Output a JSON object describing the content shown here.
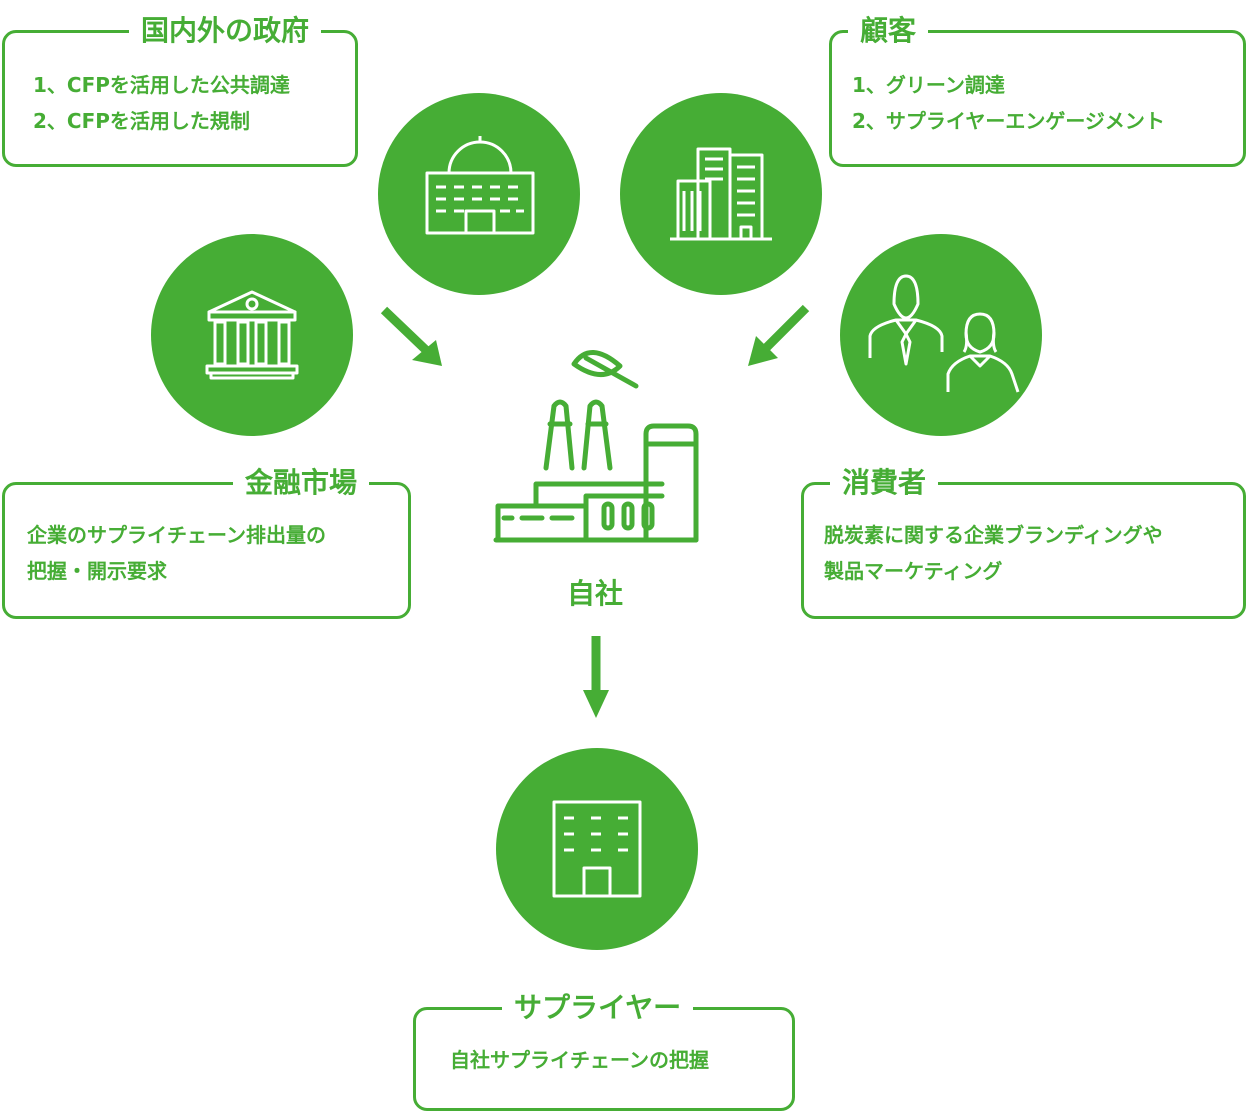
{
  "government": {
    "title": "国内外の政府",
    "lines": [
      "1、CFPを活用した公共調達",
      "2、CFPを活用した規制"
    ]
  },
  "customers": {
    "title": "顧客",
    "lines": [
      "1、グリーン調達",
      "2、サプライヤーエンゲージメント"
    ]
  },
  "financial_markets": {
    "title": "金融市場",
    "lines": [
      "企業のサプライチェーン排出量の",
      "把握・開示要求"
    ]
  },
  "consumers": {
    "title": "消費者",
    "lines": [
      "脱炭素に関する企業ブランディングや",
      "製品マーケティング"
    ]
  },
  "company": {
    "label": "自社"
  },
  "supplier": {
    "title": "サプライヤー",
    "lines": [
      "自社サプライチェーンの把握"
    ]
  },
  "colors": {
    "accent": "#46ad35",
    "icon_stroke": "#ffffff"
  },
  "icons": [
    "capitol-building-icon",
    "office-buildings-icon",
    "bank-icon",
    "people-icon",
    "factory-leaf-icon",
    "supplier-building-icon"
  ]
}
